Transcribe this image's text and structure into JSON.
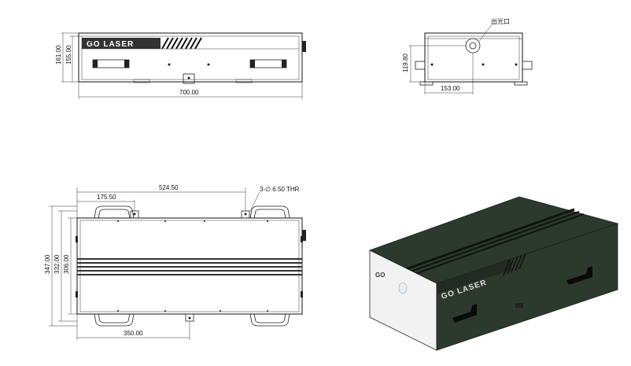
{
  "front_view": {
    "logo": "GO LASER",
    "dim_height_outer": "161.00",
    "dim_height_inner": "155.00",
    "dim_width": "700.00"
  },
  "side_view": {
    "output_label": "出光口",
    "dim_height": "119.80",
    "dim_offset": "153.00"
  },
  "top_view": {
    "dim_handle_spacing": "524.50",
    "dim_handle_offset": "175.50",
    "dim_thread": "3-∅ 6.50 THR",
    "dim_depth_outer": "347.00",
    "dim_depth_mid": "332.00",
    "dim_depth_inner": "306.00",
    "dim_bottom": "350.00"
  },
  "render_3d": {
    "logo": "GO LASER",
    "badge": "GO"
  },
  "colors": {
    "line": "#222222",
    "body_green": "#2c3a2e",
    "stripe": "#111111"
  }
}
